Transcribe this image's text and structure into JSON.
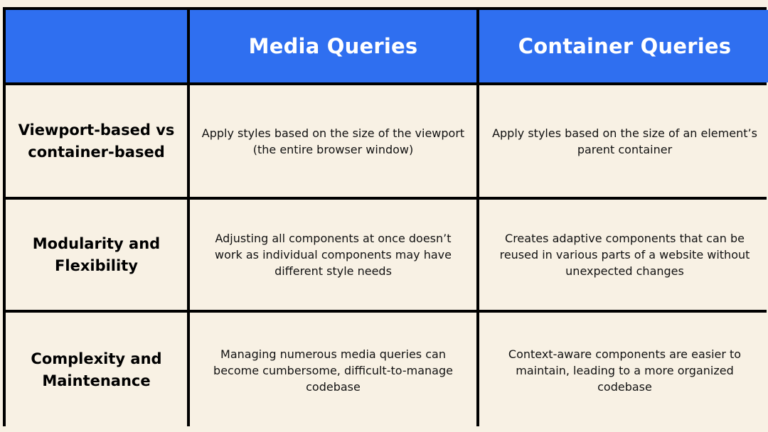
{
  "table": {
    "columns": [
      "",
      "Media Queries",
      "Container Queries"
    ],
    "rows": [
      {
        "label": [
          "Viewport-based vs",
          "container-based"
        ],
        "media": [
          "Apply styles based on the size of the viewport",
          "(the entire browser window)"
        ],
        "container": [
          "Apply styles based on the size of an element’s",
          "parent container"
        ]
      },
      {
        "label": [
          "Modularity and",
          "Flexibility"
        ],
        "media": [
          "Adjusting all components at once doesn’t",
          "work as individual components may have",
          "different style needs"
        ],
        "container": [
          "Creates adaptive components that can be",
          "reused in various parts of a website without",
          "unexpected changes"
        ]
      },
      {
        "label": [
          "Complexity and",
          "Maintenance"
        ],
        "media": [
          "Managing numerous media queries can",
          "become cumbersome, difficult-to-manage",
          "codebase"
        ],
        "container": [
          "Context-aware components are easier to",
          "maintain, leading to a more organized",
          "codebase"
        ]
      }
    ]
  },
  "colors": {
    "header_bg": "#2f6ff0",
    "cell_bg": "#f8f1e4",
    "border": "#000000"
  }
}
